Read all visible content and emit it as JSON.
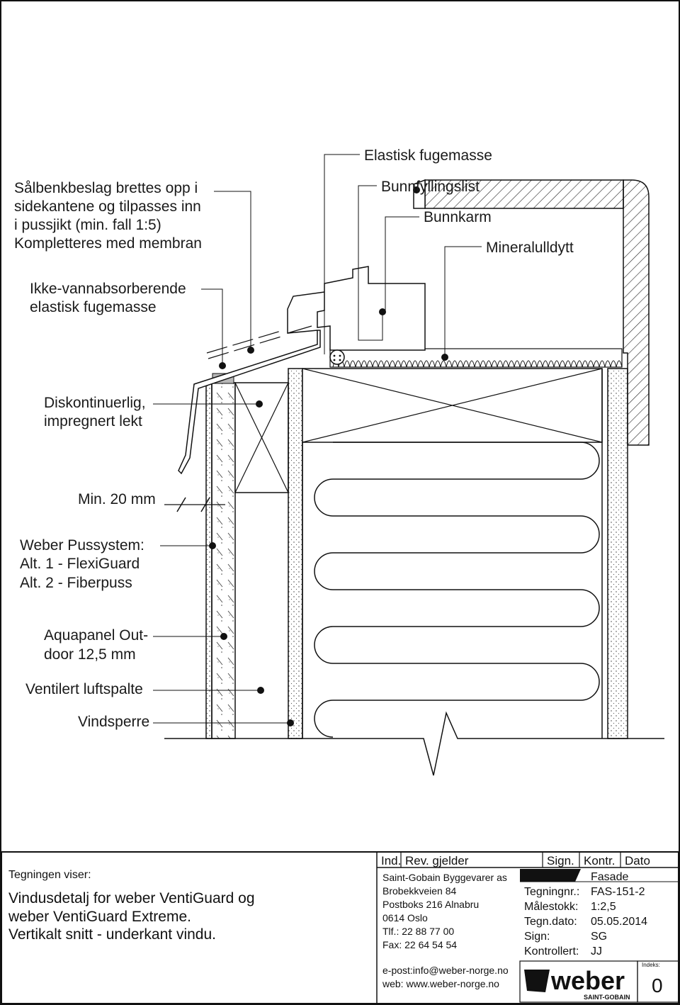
{
  "labels": {
    "salbenk": [
      "Sålbenkbeslag brettes opp i",
      "sidekantene og tilpasses inn",
      "i pussjikt (min. fall 1:5)",
      "Kompletteres med membran"
    ],
    "ikke_vann": [
      "Ikke-vannabsorberende",
      "elastisk fugemasse"
    ],
    "diskontinuerlig": [
      "Diskontinuerlig,",
      "impregnert lekt"
    ],
    "min20": "Min. 20 mm",
    "weber_puss": [
      "Weber Pussystem:",
      "Alt. 1 - FlexiGuard",
      "Alt. 2 - Fiberpuss"
    ],
    "aquapanel": [
      "Aquapanel Out-",
      "door 12,5 mm"
    ],
    "ventilert": "Ventilert luftspalte",
    "vindsperre": "Vindsperre",
    "elastisk": "Elastisk fugemasse",
    "bunnfylling": "Bunnfyllingslist",
    "bunnkarm": "Bunnkarm",
    "mineralull": "Mineralulldytt"
  },
  "title_block": {
    "viser_label": "Tegningen viser:",
    "description": [
      "Vindusdetalj for weber VentiGuard og",
      "weber VentiGuard Extreme.",
      "Vertikalt snitt - underkant vindu."
    ],
    "rev_headers": {
      "ind": "Ind.",
      "rev": "Rev. gjelder",
      "sign": "Sign.",
      "kontr": "Kontr.",
      "dato": "Dato"
    },
    "company": [
      "Saint-Gobain Byggevarer as",
      "Brobekkveien 84",
      "Postboks 216 Alnabru",
      "0614 Oslo",
      "Tlf.: 22 88 77 00",
      "Fax: 22 64 54 54"
    ],
    "contact": [
      "e-post:info@weber-norge.no",
      "web: www.weber-norge.no"
    ],
    "category": "Fasade",
    "fields": [
      {
        "label": "Tegningnr.:",
        "value": "FAS-151-2"
      },
      {
        "label": "Målestokk:",
        "value": "1:2,5"
      },
      {
        "label": "Tegn.dato:",
        "value": "05.05.2014"
      },
      {
        "label": "Sign:",
        "value": "SG"
      },
      {
        "label": "Kontrollert:",
        "value": "JJ"
      }
    ],
    "indeks_label": "Indeks:",
    "indeks_value": "0",
    "logo_text": "weber",
    "logo_sub": "SAINT-GOBAIN"
  }
}
